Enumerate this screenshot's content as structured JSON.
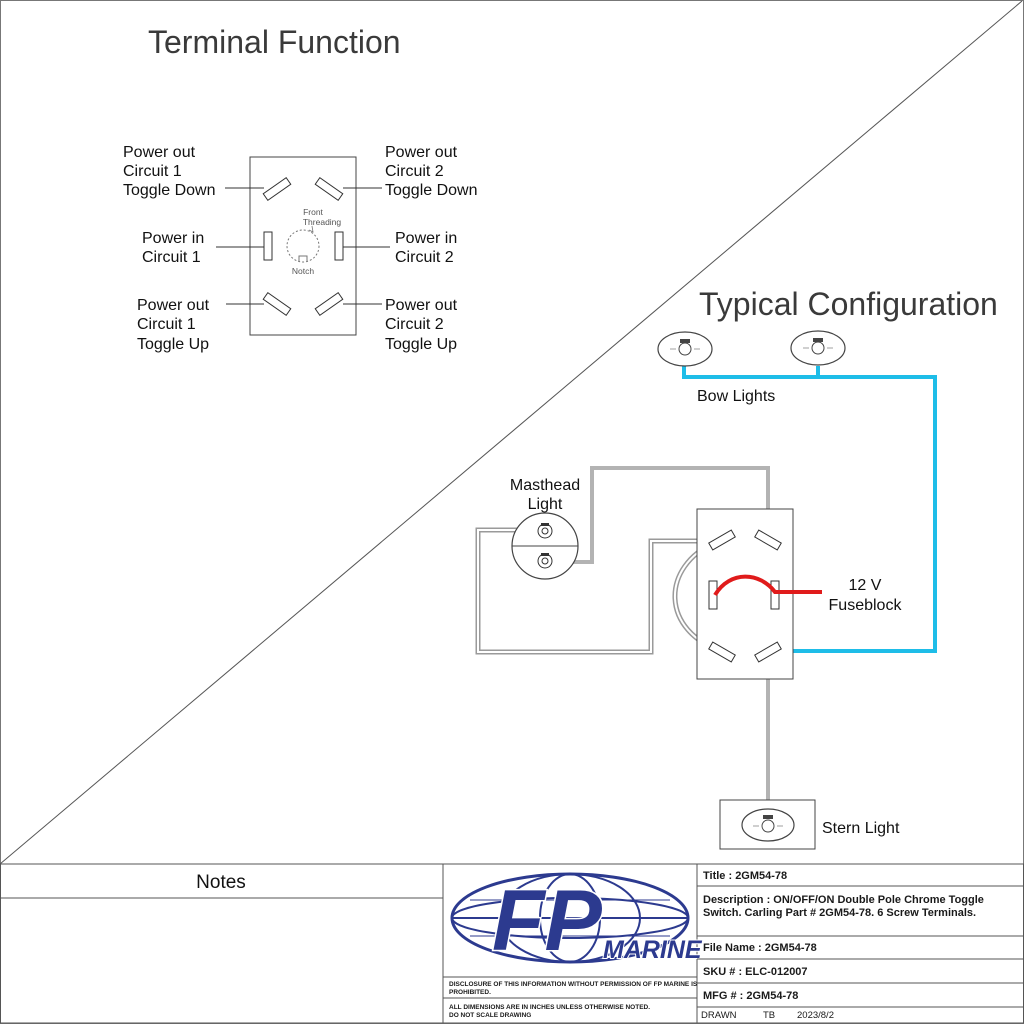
{
  "terminal_function": {
    "title": "Terminal Function",
    "labels": {
      "c1_down": [
        "Power out",
        "Circuit 1",
        "Toggle Down"
      ],
      "c2_down": [
        "Power out",
        "Circuit 2",
        "Toggle Down"
      ],
      "c1_in": [
        "Power in",
        "Circuit 1"
      ],
      "c2_in": [
        "Power in",
        "Circuit 2"
      ],
      "c1_up": [
        "Power out",
        "Circuit 1",
        "Toggle Up"
      ],
      "c2_up": [
        "Power out",
        "Circuit 2",
        "Toggle Up"
      ]
    },
    "front_threading": [
      "Front",
      "Threading"
    ],
    "notch": "Notch"
  },
  "typical_configuration": {
    "title": "Typical Configuration",
    "bow_lights": "Bow Lights",
    "masthead": [
      "Masthead",
      "Light"
    ],
    "fuseblock": [
      "12 V",
      "Fuseblock"
    ],
    "stern_light": "Stern Light"
  },
  "wire_colors": {
    "blue": "#1ebde8",
    "red": "#e01b1b",
    "gray": "#b8b8b8"
  },
  "title_block": {
    "notes_label": "Notes",
    "logo": {
      "letters": "FP",
      "wordmark": "MARINE",
      "color": "#2c3a8f"
    },
    "disclosure": "DISCLOSURE OF THIS INFORMATION WITHOUT PERMISSION OF FP MARINE IS PROHIBITED.",
    "dimensions_note": [
      "ALL DIMENSIONS ARE IN INCHES UNLESS OTHERWISE NOTED.",
      "DO NOT SCALE DRAWING"
    ],
    "title": "Title : 2GM54-78",
    "description": [
      "Description : ON/OFF/ON Double Pole Chrome Toggle",
      "Switch. Carling Part # 2GM54-78. 6 Screw Terminals."
    ],
    "file_name": "File Name : 2GM54-78",
    "sku": "SKU # : ELC-012007",
    "mfg": "MFG # : 2GM54-78",
    "drawn_label": "DRAWN",
    "drawn_by": "TB",
    "date": "2023/8/2"
  }
}
